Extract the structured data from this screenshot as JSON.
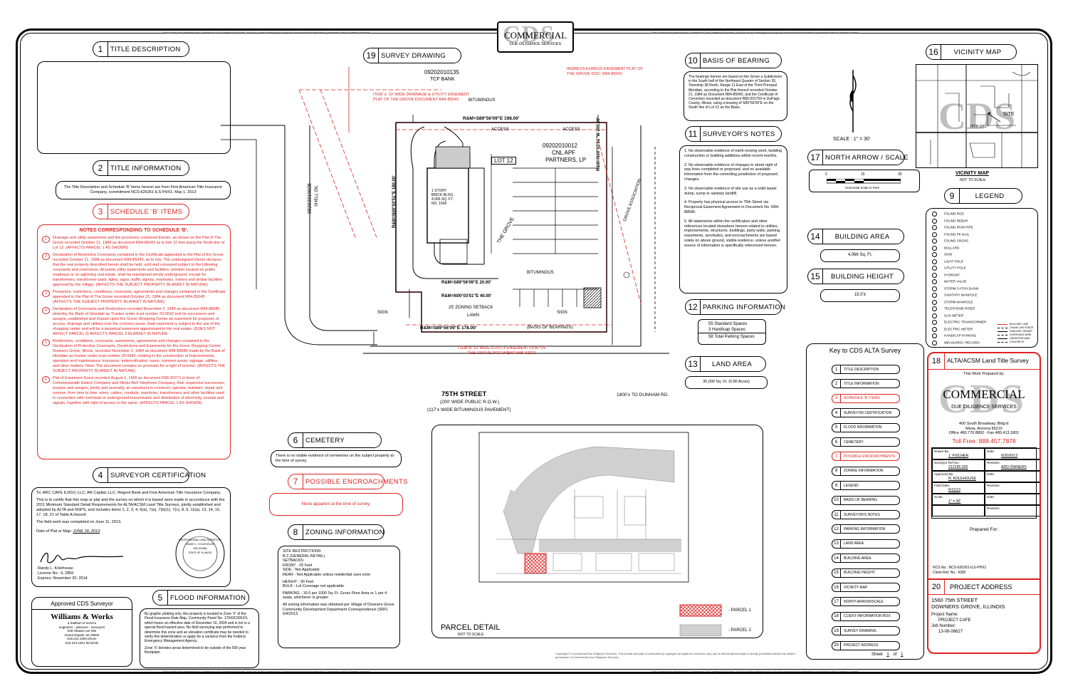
{
  "header": {
    "logo_top": "COMMERCIAL",
    "logo_sub": "DUE DILIGENCE SERVICES",
    "fine_top_left": "This survey was prepared by Commercial Due Diligence Services. Any use of this drawing for a purpose other than the intended is prohibited without written consent.",
    "fine_top_right": "This survey was prepared by Commercial Due Diligence Services. Any use of this drawing for a purpose other than the intended is prohibited without written consent.",
    "fine_bottom": "Copyright © Commercial Due Diligence Services. This format and style is protected by copyright; all rights are reserved. Any use of this format and style is strictly prohibited without the written permission of Commercial Due Diligence Services."
  },
  "sections": {
    "s1": {
      "num": "1",
      "title": "TITLE DESCRIPTION"
    },
    "s2": {
      "num": "2",
      "title": "TITLE INFORMATION",
      "body": "The Title Description and Schedule 'B' items hereon are from First American Title Insurance Company, commitment NCS-626261-ILS-PHX1, May 1, 2013"
    },
    "s3": {
      "num": "3",
      "title": "SCHEDULE 'B' ITEMS",
      "notes_title": "NOTES CORRESPONDING TO SCHEDULE 'B'.",
      "items": [
        {
          "n": "1",
          "text": "Drainage and utility easements and the provisions contained therein, as shown on the Plat of The Grove recorded October 21, 1984 as document R84-85043 as to lots 10 feet along the North line of Lot 12. (AFFECTS PARCEL 1 AS SHOWN)"
        },
        {
          "n": "2",
          "text": "Declaration of Restrictive Covenants contained in the Certificate appended to the Plat of the Grove recorded October 21, 1984 as document R84-85043, as to lots. The undersigned Owner declares that the real property described herein shall be held, sold and conveyed subject to the following covenants and restrictions. All public utility easements and facilities, whether located on public roadways or on adjoining real estate, shall be maintained wholly underground, except for transformers, transformer pads, lights, signs, traffic signals, manholes, meters and similar facilities approved by the Village. (AFFECTS THE SUBJECT PROPERTY, BLANKET IN NATURE)"
        },
        {
          "n": "3",
          "text": "Provisions, restrictions, conditions, covenants, agreements and changes contained in the Certificate appended to the Plat of The Grove recorded October 21, 1984 as document R84-85043. (AFFECTS THE SUBJECT PROPERTY, BLANKET IN NATURE)"
        },
        {
          "n": "4",
          "text": "Declaration of Covenants and Restrictions recorded November 2, 1984 as document R84-88585 whereby the Bank of Hinsdale as Trustee under trust number 29-5642 and its successors and assigns, established and impose upon the Grove Shopping Center an easement for purposes of access, drainage and utilities over the common areas. Said easement is subject to the use of the shopping center and will be a perpetual easement appurtenant to the real estate. (DOES NOT AFFECT PARCEL 2) AFFECTS PARCEL 2 BLANKET IN NATURE"
        },
        {
          "n": "5",
          "text": "Restrictions, conditions, covenants, easements, agreements and changes contained in the Declaration of Protective Covenants, Restrictions and Easements for the Grove Shopping Center, Downers Grove, Illinois, recorded November 2, 1984 as document R84-88586 made by the Bank of Hinsdale as trustee under trust number 29-5642, relating to the construction of improvements, operation and maintenance, insurance, indemnification, taxes, common areas, signage, utilities, and other matters. Note: The document contains no provision for a right of reverter. (AFFECTS THE SUBJECT PROPERTY, BLANKET IN NATURE)"
        },
        {
          "n": "6",
          "text": "Plat of Easement Grant recorded August 1, 1995 as document R95-92271 in favor of Commonwealth Edison Company and Illinois Bell Telephone Company, their respective successors, lessees and assigns, jointly and severally, an easement to construct, operate, maintain, repair and remove, from time to time, wires, cables, conduits, manholes, transformers and other facilities used in connection with overhead or underground transmission and distribution of electricity, sounds and signals, together with right of access to the same. (AFFECTS PARCEL 1 AS SHOWN)"
        }
      ]
    },
    "s4": {
      "num": "4",
      "title": "SURVEYOR CERTIFICATION",
      "body1": "To: ARC CAFE ILDGV, LLC; AR Capital, LLC; Regent Bank and First American Title Insurance Company.",
      "body2": "This is to certify that this map or plat and the survey on which it is based were made in accordance with the 2011 Minimum Standard Detail Requirements for ALTA/ACSM Land Title Surveys, jointly established and adopted by ALTA and NSPS, and includes items 1, 2, 3, 4, 6(a), 7(a), 7(b)(1), 7(c), 8, 9, 11(a), 13, 14, 16, 17, 18, 21 of Table A thereof.",
      "body3": "The field work was completed on June 11, 2013.",
      "date_label": "Date of Plat or Map:",
      "date_value": "JUNE 18, 2013",
      "signer": "Randy L. Kolehouse",
      "licence": "License No.: IL 2856",
      "expires": "Expires: November 30, 2014",
      "seal_top": "PROFESSIONAL LAND SURVEYOR",
      "seal_name": "RANDY L. KOLEHOUSE",
      "seal_no": "035-002856",
      "seal_state": "STATE OF ILLINOIS"
    },
    "s5": {
      "num": "5",
      "title": "FLOOD INFORMATION",
      "body": "By graphic plotting only, this property is located in Zone 'X' of the Flood Insurance Rate Map, Community Panel No. 17043C0901H, which bears an effective date of December 16, 2004 and is not in a special flood hazard area. No field surveying was performed to determine this zone and an elevation certificate may be needed to verify this determination or apply for a variance from the Federal Emergency Management Agency.",
      "note": "Zone 'X' denotes areas determined to be outside of the 500 year floodplain."
    },
    "approved": {
      "title": "Approved CDS Surveyor",
      "firm1": "Williams",
      "amp": "&",
      "firm2": "Works",
      "tag1": "a tradition of service",
      "tag2": "engineers · planners · surveyors",
      "addr1": "549 Ottawa Ave NW",
      "addr2": "Grand Rapids, MI 49503",
      "phone": "616.224.1500 phone",
      "fax": "616.224.1501 facsimile"
    },
    "s6": {
      "num": "6",
      "title": "CEMETERY",
      "body": "There is no visible evidence of cemeteries on the subject property at the time of survey."
    },
    "s7": {
      "num": "7",
      "title": "POSSIBLE ENCROACHMENTS",
      "body": "None apparent at the time of survey."
    },
    "s8": {
      "num": "8",
      "title": "ZONING INFORMATION",
      "lines": [
        "SITE RESTRICTIONS",
        "B-2 (GENERAL RETAIL)",
        "SETBACKS:",
        "FRONT - 25 Feet",
        "SIDE - Not Applicable",
        "REAR - Not Applicable unless residential uses exist",
        "",
        "HEIGHT - 30 Feet",
        "BULK - Lot Coverage not applicable",
        "",
        "PARKING - 16.0 per 1000 Sq. Ft. Gross Floor Area or 1 per 4 seats, whichever is greater",
        "",
        "All zoning information was obtained per Village of Downers Grove Community Development Department Correspondence (SRF) 6/4/2013."
      ]
    },
    "s10": {
      "num": "10",
      "title": "BASIS OF BEARING",
      "body": "The bearings hereon are based on the Grove a Subdivision in the South half of the Northeast Quarter of Section 30, Township 38 North, Range 11 East of the Third Principal Meridian, according to the Plat thereof recorded October 21, 1984 as Document R84-85043, and the Certificate of Correction recorded as document R85-001759 in DuPage County, Illinois, using a bearing of S89°56'09\"E on the South line of Lot 12 as the Basis."
    },
    "s11": {
      "num": "11",
      "title": "SURVEYOR'S NOTES",
      "items": [
        "1. No observable evidence of earth moving work, building construction or building additions within recent months.",
        "2. No observable evidence of changes in street right of way lines completed or proposed, and no available information from the controlling jurisdiction of proposed changes.",
        "3. No observable evidence of site use as a solid waste dump, sump or sanitary landfill.",
        "4. Property has physical access to 75th Street via Reciprocal Easement Agreement in Document No. R84-88586.",
        "5. All statements within the certification and other references located elsewhere hereon related to utilities, improvements, structures, buildings, party walls, parking, easements, servitudes, and encroachments are based solely on above ground, visible evidence, unless another source of information is specifically referenced hereon."
      ]
    },
    "s12": {
      "num": "12",
      "title": "PARKING INFORMATION",
      "line1": "55  Standard Spaces",
      "line2": "3  Handicap Spaces",
      "line3": "58  Total Parking Spaces"
    },
    "s13": {
      "num": "13",
      "title": "LAND AREA",
      "body": "35,000 Sq. Ft. (0.80 Acres)"
    },
    "s14": {
      "num": "14",
      "title": "BUILDING AREA",
      "body": "4,066 Sq. Ft."
    },
    "s15": {
      "num": "15",
      "title": "BUILDING HEIGHT",
      "body": "15.0'±"
    },
    "s16": {
      "num": "16",
      "title": "VICINITY MAP",
      "caption": "VICINITY MAP",
      "sub": "NOT TO SCALE",
      "site": "SITE",
      "street": "75TH ST"
    },
    "s17": {
      "num": "17",
      "title": "NORTH ARROW / SCALE",
      "scale": "SCALE :   1\" = 30'",
      "bar_0": "0",
      "bar_15": "15",
      "bar_30": "30",
      "caption": "Horizontal Scale in Feet"
    },
    "s9": {
      "num": "9",
      "title": "LEGEND",
      "rows": [
        "FOUND ROD",
        "FOUND REBAR",
        "FOUND IRON PIPE",
        "FOUND PK NAIL",
        "FOUND CROSS",
        "BOLLARD",
        "SIGN",
        "LIGHT POLE",
        "UTILITY POLE",
        "HYDRANT",
        "WATER VALVE",
        "STORM CATCH BASIN",
        "SANITARY MANHOLE",
        "STORM MANHOLE",
        "TELEPHONE RISER",
        "GAS METER",
        "ELECTRIC TRANSFORMER",
        "ELECTRIC METER",
        "HANDICAP PARKING",
        "MEASURED / RECORD"
      ],
      "right": [
        "BUILDING LINE",
        "CHAIN LINK FENCE",
        "SANITARY SEWER",
        "OVERHEAD WIRE",
        "UNDERGROUND",
        "CONCRETE"
      ]
    },
    "s18": {
      "num": "18",
      "title": "ALTA/ACSM Land Title Survey",
      "prepared_by": "This Work Prepared by:",
      "logo": "COMMERCIAL",
      "logo_sub": "DUE DILIGENCE SERVICES",
      "addr1": "400 South Broadway, Bldg E",
      "addr2": "Mesa, Arizona 85210",
      "phone": "Office 480.776.8802 - Fax 480.413.1801",
      "tollfree": "Toll Free: 888.457.7878",
      "drawn_by_l": "Drawn By:",
      "drawn_by": "J. FISCHER",
      "date_l": "Date:",
      "date": "6/20/2013",
      "ref_l": "Surveyor Ref No.:",
      "ref": "212195.020",
      "rev_l": "Revision:",
      "rev": "ADD OWNERS",
      "appr_l": "Approved By:",
      "appr": "R. KOLEHOUSE",
      "date2_l": "Date:",
      "rev2_l": "Revision:",
      "field_l": "Field Date:",
      "field": "6/11/13",
      "date3_l": "Date:",
      "rev3_l": "Revision:",
      "scale_l": "Scale:",
      "scale": "1\" = 30'",
      "date4_l": "Date:",
      "rev4_l": "Revision:",
      "prepared_for": "Prepared For:",
      "ncs_l": "NCS No.:",
      "ncs": "NCS-626261-ILS-PHX1",
      "client_l": "Client Ref. No.:",
      "client": "4282"
    },
    "s19": {
      "num": "19",
      "title": "SURVEY DRAWING"
    },
    "s20": {
      "num": "20",
      "title": "PROJECT ADDRESS",
      "addr1": "1560 75th STREET",
      "addr2": "DOWNERS GROVE, ILLINOIS",
      "proj_l": "Project Name:",
      "proj": "PROJECT CAFE",
      "job_l": "Job Number:",
      "job": "13-06-06627",
      "sheet_l": "Sheet",
      "sheet": "1",
      "of_l": "of",
      "of": "1"
    }
  },
  "key": {
    "title": "Key to CDS ALTA Survey",
    "rows": [
      {
        "n": "1",
        "t": "TITLE DESCRIPTION",
        "red": false
      },
      {
        "n": "2",
        "t": "TITLE INFORMATION",
        "red": false
      },
      {
        "n": "3",
        "t": "SCHEDULE 'B' ITEMS",
        "red": true
      },
      {
        "n": "4",
        "t": "SURVEYOR CERTIFICATION",
        "red": false
      },
      {
        "n": "5",
        "t": "FLOOD INFORMATION",
        "red": false
      },
      {
        "n": "6",
        "t": "CEMETERY",
        "red": false
      },
      {
        "n": "7",
        "t": "POSSIBLE ENCROACHMENTS",
        "red": true
      },
      {
        "n": "8",
        "t": "ZONING INFORMATION",
        "red": false
      },
      {
        "n": "9",
        "t": "LEGEND",
        "red": false
      },
      {
        "n": "10",
        "t": "BASIS OF BEARING",
        "red": false
      },
      {
        "n": "11",
        "t": "SURVEYOR'S NOTES",
        "red": false
      },
      {
        "n": "12",
        "t": "PARKING INFORMATION",
        "red": false
      },
      {
        "n": "13",
        "t": "LAND AREA",
        "red": false
      },
      {
        "n": "14",
        "t": "BUILDING AREA",
        "red": false
      },
      {
        "n": "15",
        "t": "BUILDING HEIGHT",
        "red": false
      },
      {
        "n": "16",
        "t": "VICINITY MAP",
        "red": false
      },
      {
        "n": "17",
        "t": "NORTH ARROW/SCALE",
        "red": false
      },
      {
        "n": "18",
        "t": "CLIENT INFORMATION BOX",
        "red": false
      },
      {
        "n": "19",
        "t": "SURVEY DRAWING",
        "red": false
      },
      {
        "n": "20",
        "t": "PROJECT ADDRESS",
        "red": false
      }
    ]
  },
  "drawing": {
    "street": "75TH STREET",
    "street_sub1": "(200' WIDE PUBLIC R.O.W.)",
    "street_sub2": "(117'± WIDE BITUMINOUS PAVEMENT)",
    "dunham": "1800'± TO DUNHAM RD.",
    "owner1": "09202010012",
    "owner2": "CNL APF",
    "owner3": "PARTNERS, LP",
    "lot": "LOT 12",
    "bld1": "1 STORY",
    "bld2": "BRICK BLDG.",
    "bld3": "4,066 SQ. FT.",
    "bld4": "NO. 1560",
    "road": "THE GROVE",
    "n_bearing": "R&M=S89°56'09\"E 198.00'",
    "s_bearing": "R&M=S89°56'09\"E 178.00'",
    "basis": "(BASIS OF BEARINGS)",
    "e_bearing": "R&M=N00°03'51\"W 200.00'",
    "w_bearing": "R&M=N00°03'51\"E 180.00'",
    "jog1": "R&M=S89°56'09\"E 20.00'",
    "jog2": "R&M=N00°03'51\"E 40.00'",
    "setback": "25' ZONING SETBACK",
    "access1": "ACCESS",
    "access2": "ACCESS",
    "bit1": "BITUMINOUS",
    "bit2": "BITUMINOUS",
    "lawn": "LAWN",
    "easement1": "ITEM ① 10' WIDE DRAINAGE & UTILITY EASEMENT PLAT OF THE GROVE DOCUMENT R84-85043",
    "easement2": "ITEM ⑥ 10' WIDE UTILITY EASEMENT PLAT OF THE GROVE DOCUMENT R95-92271",
    "ingress": "INGRESS-EGRESS EASEMENT PLAT OF THE GROVE DOC. R84-85043",
    "pin1": "09202010135",
    "pin1b": "TCF BANK",
    "pin2": "09202010025",
    "pin2b": "SHELL OIL",
    "sign": "SIGN",
    "grove_assoc": "GROVE ASSOCIATION"
  },
  "parcel": {
    "title": "PARCEL DETAIL",
    "sub": "NOT TO SCALE",
    "p1": "- PARCEL 1",
    "p2": "- PARCEL 2"
  }
}
